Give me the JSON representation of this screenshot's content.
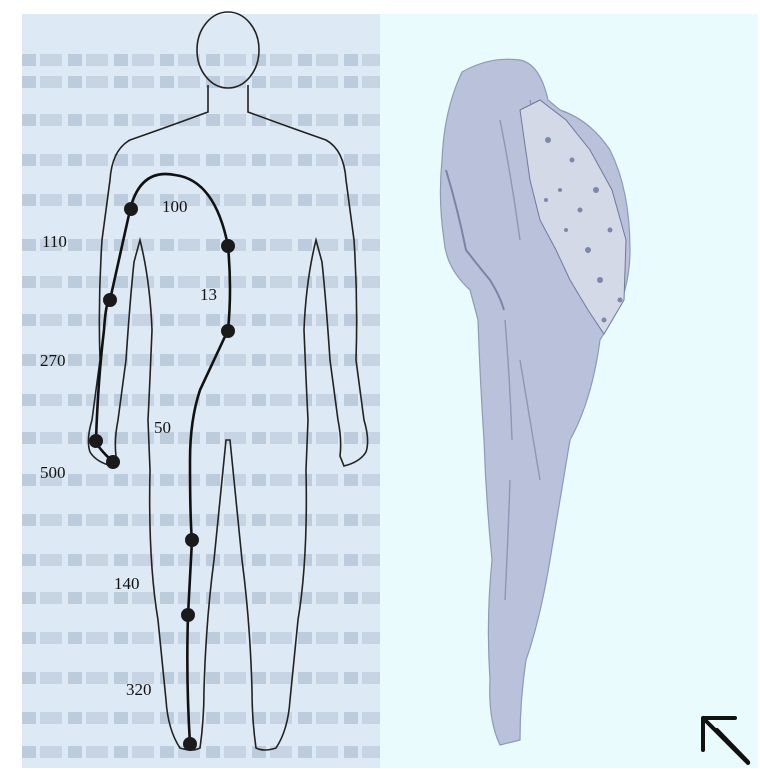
{
  "diagram": {
    "path_labels": [
      {
        "text": "100"
      },
      {
        "text": "110"
      },
      {
        "text": "13"
      },
      {
        "text": "270"
      },
      {
        "text": "50"
      },
      {
        "text": "500"
      },
      {
        "text": "140"
      },
      {
        "text": "320"
      }
    ],
    "colors": {
      "left_background": "#dde9f4",
      "right_background": "#e9fbfd",
      "outline": "#222222",
      "path": "#111111",
      "electrode": "#1a1a1a",
      "mesh": "#b8c0d8"
    },
    "icons": {
      "direction_arrow": "double-up-left-arrow-icon"
    }
  }
}
